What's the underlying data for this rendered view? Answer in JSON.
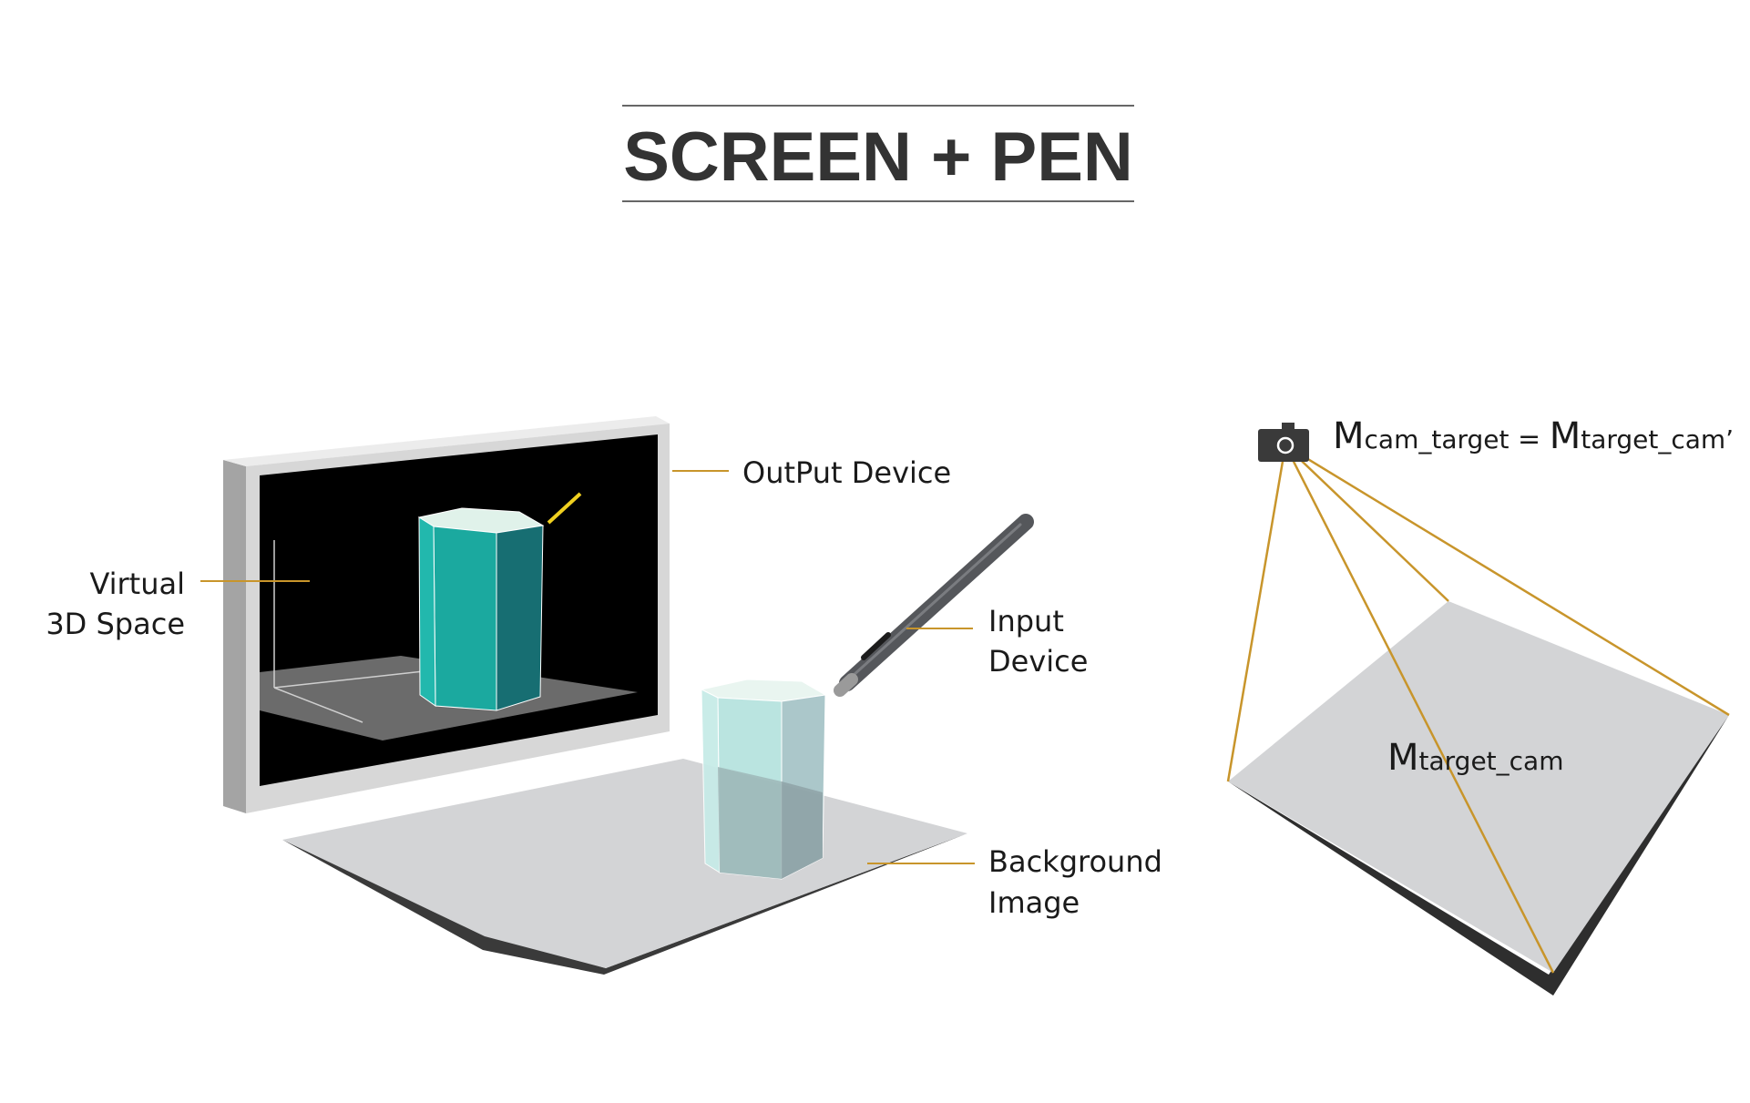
{
  "title": "SCREEN + PEN",
  "labels": {
    "output_device": "OutPut Device",
    "virtual_line1": "Virtual",
    "virtual_line2": "3D Space",
    "input_line1": "Input",
    "input_line2": "Device",
    "background_line1": "Background",
    "background_line2": "Image"
  },
  "equation": {
    "m1": "M",
    "sub1": "cam_target",
    "equals": " = ",
    "m2": "M",
    "sub2": "target_cam’"
  },
  "surface_label": {
    "m": "M",
    "sub": "target_cam"
  },
  "colors": {
    "teal_front": "#1ba99f",
    "teal_side": "#176e72",
    "teal_top": "#e0f2ea",
    "leader_orange": "#c8952b",
    "pen_yellow": "#f0d020",
    "screen_black": "#000000",
    "bezel_grey": "#d7d7d7",
    "mat_grey": "#d3d4d6",
    "shadow_dark": "#3a3a3a"
  },
  "icons": [
    "camera-icon",
    "pen-icon"
  ]
}
